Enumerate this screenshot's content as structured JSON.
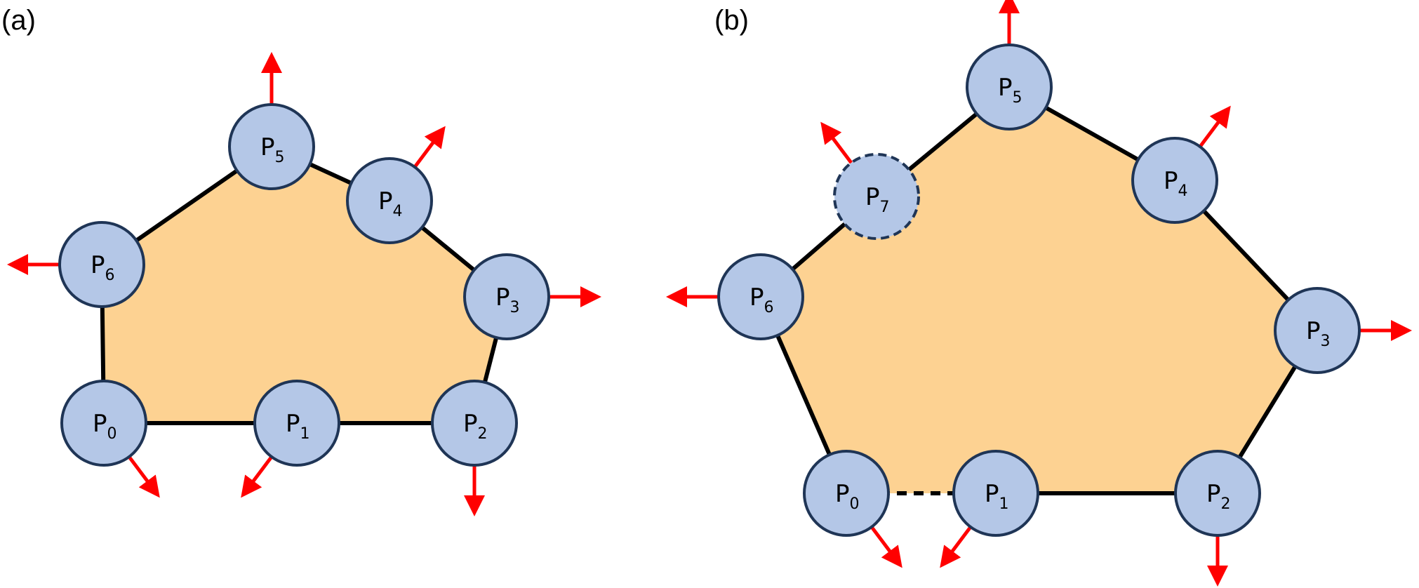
{
  "colors": {
    "polygon_fill": "#FDD292",
    "polygon_edge": "#000000",
    "node_fill": "#B4C7E7",
    "node_stroke": "#1F3556",
    "arrow": "#FF0000",
    "background": "#FFFFFF"
  },
  "panels": [
    {
      "id": "a",
      "label": "(a)",
      "nodes": [
        {
          "name": "P",
          "sub": "0",
          "dashed": false,
          "arrow_dir": "down-right"
        },
        {
          "name": "P",
          "sub": "1",
          "dashed": false,
          "arrow_dir": "down-left"
        },
        {
          "name": "P",
          "sub": "2",
          "dashed": false,
          "arrow_dir": "down"
        },
        {
          "name": "P",
          "sub": "3",
          "dashed": false,
          "arrow_dir": "right"
        },
        {
          "name": "P",
          "sub": "4",
          "dashed": false,
          "arrow_dir": "up-right"
        },
        {
          "name": "P",
          "sub": "5",
          "dashed": false,
          "arrow_dir": "up"
        },
        {
          "name": "P",
          "sub": "6",
          "dashed": false,
          "arrow_dir": "left"
        }
      ],
      "edges": [
        {
          "from": "P0",
          "to": "P1",
          "style": "solid"
        },
        {
          "from": "P1",
          "to": "P2",
          "style": "solid"
        },
        {
          "from": "P2",
          "to": "P3",
          "style": "solid"
        },
        {
          "from": "P3",
          "to": "P4",
          "style": "solid"
        },
        {
          "from": "P4",
          "to": "P5",
          "style": "solid"
        },
        {
          "from": "P5",
          "to": "P6",
          "style": "solid"
        },
        {
          "from": "P6",
          "to": "P0",
          "style": "solid"
        }
      ]
    },
    {
      "id": "b",
      "label": "(b)",
      "nodes": [
        {
          "name": "P",
          "sub": "0",
          "dashed": false,
          "arrow_dir": "down-right"
        },
        {
          "name": "P",
          "sub": "1",
          "dashed": false,
          "arrow_dir": "down-left"
        },
        {
          "name": "P",
          "sub": "2",
          "dashed": false,
          "arrow_dir": "down"
        },
        {
          "name": "P",
          "sub": "3",
          "dashed": false,
          "arrow_dir": "right"
        },
        {
          "name": "P",
          "sub": "4",
          "dashed": false,
          "arrow_dir": "up-right"
        },
        {
          "name": "P",
          "sub": "5",
          "dashed": false,
          "arrow_dir": "up"
        },
        {
          "name": "P",
          "sub": "6",
          "dashed": false,
          "arrow_dir": "left"
        },
        {
          "name": "P",
          "sub": "7",
          "dashed": true,
          "arrow_dir": "up-left"
        }
      ],
      "edges": [
        {
          "from": "P0",
          "to": "P1",
          "style": "dashed"
        },
        {
          "from": "P1",
          "to": "P2",
          "style": "solid"
        },
        {
          "from": "P2",
          "to": "P3",
          "style": "solid"
        },
        {
          "from": "P3",
          "to": "P4",
          "style": "solid"
        },
        {
          "from": "P4",
          "to": "P5",
          "style": "solid"
        },
        {
          "from": "P5",
          "to": "P7",
          "style": "solid"
        },
        {
          "from": "P7",
          "to": "P6",
          "style": "solid"
        },
        {
          "from": "P6",
          "to": "P0",
          "style": "solid"
        }
      ]
    }
  ]
}
